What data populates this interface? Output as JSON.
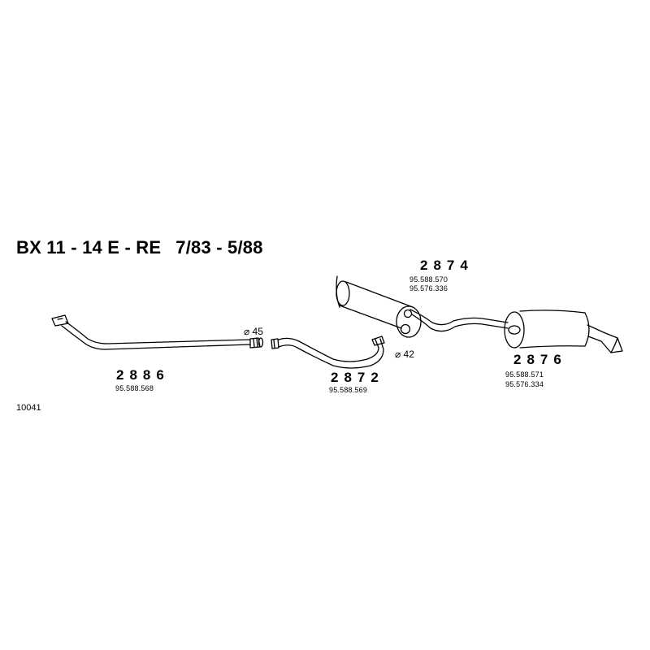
{
  "title": {
    "model": "BX 11 - 14 E - RE",
    "period": "7/83 - 5/88"
  },
  "drawing_code": "10041",
  "parts": {
    "p2886": {
      "number": "2886",
      "refs": [
        "95.588.568"
      ]
    },
    "p2872": {
      "number": "2872",
      "refs": [
        "95.588.569"
      ]
    },
    "p2874": {
      "number": "2874",
      "refs": [
        "95.588.570",
        "95.576.336"
      ]
    },
    "p2876": {
      "number": "2876",
      "refs": [
        "95.588.571",
        "95.576.334"
      ]
    }
  },
  "diameters": {
    "d45": "⌀ 45",
    "d42": "⌀ 42"
  }
}
